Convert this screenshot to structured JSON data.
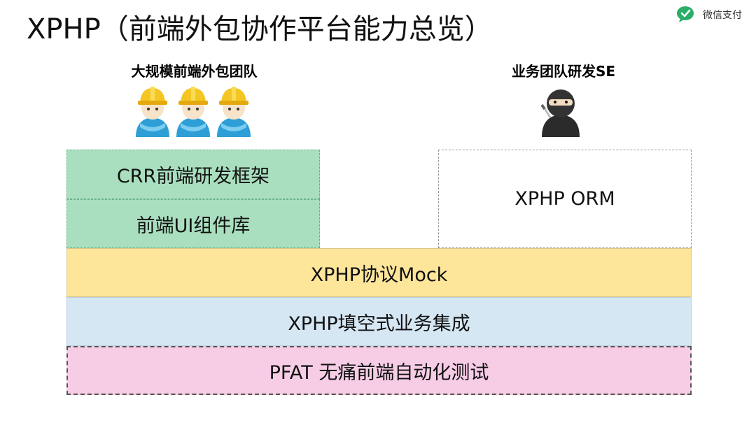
{
  "header": {
    "title": "XPHP（前端外包协作平台能力总览）",
    "brand_label": "微信支付",
    "brand_icon": "wechat-pay-icon",
    "brand_color": "#2aae67"
  },
  "teams": {
    "left_label": "大规模前端外包团队",
    "right_label": "业务团队研发SE",
    "left_icon": "construction-worker-icon",
    "right_icon": "ninja-icon"
  },
  "layers": {
    "crr": "CRR前端研发框架",
    "ui_lib": "前端UI组件库",
    "orm": "XPHP ORM",
    "mock": "XPHP协议Mock",
    "fill": "XPHP填空式业务集成",
    "pfat": "PFAT 无痛前端自动化测试"
  },
  "colors": {
    "green": "#a9dfbf",
    "yellow": "#fde59a",
    "blue": "#d6e7f4",
    "pink": "#f7cde6"
  }
}
